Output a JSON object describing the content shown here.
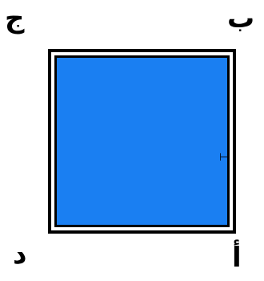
{
  "diagram": {
    "shape": "square",
    "fill_color": "#1a7ff2",
    "border_color": "#000000",
    "vertex_labels": {
      "top_left": "ج",
      "top_right": "ب",
      "bottom_left": "د",
      "bottom_right": "أ"
    }
  }
}
